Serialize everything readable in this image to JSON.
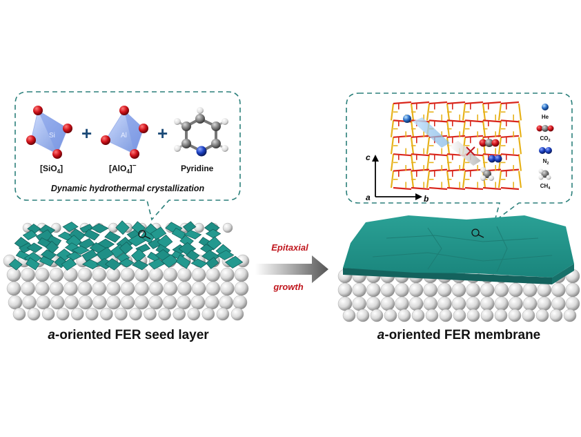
{
  "precursors": {
    "sio4": {
      "label": "[SiO",
      "sub": "4",
      "suffix": "]",
      "center_symbol": "Si"
    },
    "alo4": {
      "label": "[AlO",
      "sub": "4",
      "suffix": "]",
      "charge": "−",
      "center_symbol": "Al"
    },
    "pyridine": {
      "label": "Pyridine"
    },
    "plus": "+"
  },
  "process_caption": "Dynamic hydrothermal crystallization",
  "arrow": {
    "line1": "Epitaxial",
    "line2": "growth"
  },
  "titles": {
    "seed_italic": "a",
    "seed_rest": "-oriented FER seed layer",
    "membrane_italic": "a",
    "membrane_rest": "-oriented FER membrane"
  },
  "axes": {
    "c": "c",
    "a": "a",
    "b": "b"
  },
  "legend": {
    "he": "He",
    "co2": {
      "base": "CO",
      "sub": "2"
    },
    "n2": {
      "base": "N",
      "sub": "2"
    },
    "ch4": {
      "base": "CH",
      "sub": "4"
    }
  },
  "colors": {
    "teal": "#1f8f86",
    "teal_dark": "#14625d",
    "dash": "#2a7f7a",
    "arrow_text": "#c0171e",
    "framework_red": "#d9261c",
    "framework_yellow": "#e7b21a",
    "oxygen": "#d0121a"
  }
}
